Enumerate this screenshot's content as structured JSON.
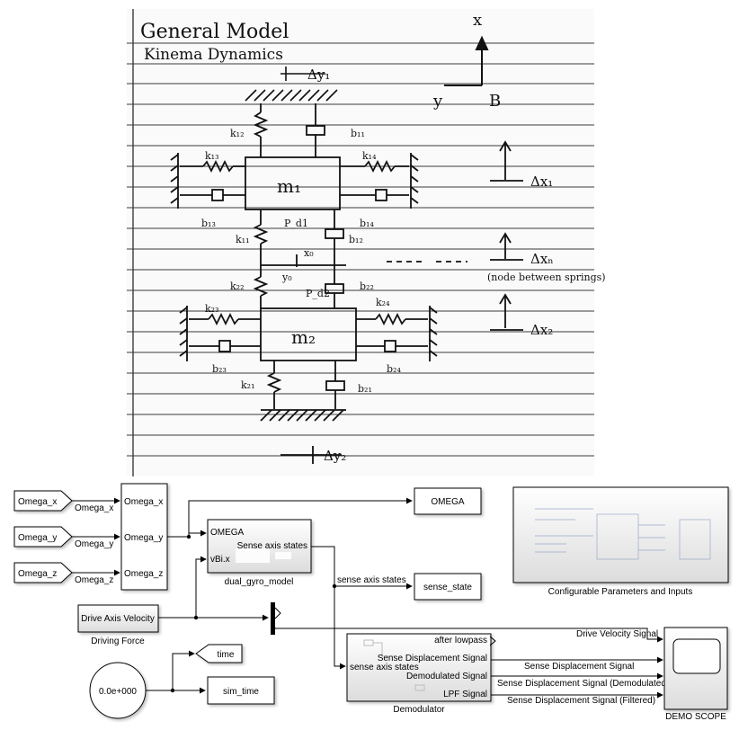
{
  "notebook": {
    "title": "General Model",
    "subtitle": "Kinema Dynamics",
    "axis_x": "x",
    "axis_y": "y",
    "frame": "B",
    "dy1": "Δy₁",
    "dy2": "Δy₂",
    "dx1": "Δx₁",
    "dxn": "Δxₙ",
    "dx2": "Δx₂",
    "node_note": "(node between springs)",
    "m1": "m₁",
    "m2": "m₂",
    "labels": {
      "k12": "k₁₂",
      "b11": "b₁₁",
      "k13": "k₁₃",
      "k14": "k₁₄",
      "b13": "b₁₃",
      "b14": "b₁₄",
      "k11": "k₁₁",
      "b12": "b₁₂",
      "pd1": "P_d1",
      "x0": "x₀",
      "y0": "y₀",
      "k22": "k₂₂",
      "pd2": "P_d2",
      "b22": "b₂₂",
      "k23": "k₂₃",
      "k24": "k₂₄",
      "b23": "b₂₃",
      "b24": "b₂₄",
      "k21": "k₂₁",
      "b21": "b₂₁"
    }
  },
  "blocks": {
    "from_omega_x": "Omega_x",
    "from_omega_y": "Omega_y",
    "from_omega_z": "Omega_z",
    "mux_port_x": "Omega_x",
    "mux_port_y": "Omega_y",
    "mux_port_z": "Omega_z",
    "goto_omega": "OMEGA",
    "gyro_in_omega": "OMEGA",
    "gyro_in_vbi": "vBi.x",
    "gyro_out": "Sense axis states",
    "gyro_name": "dual_gyro_model",
    "goto_sense_state": "sense_state",
    "drive_value": "Drive Axis Velocity",
    "drive_name": "Driving Force",
    "clock_value": "0.0e+000",
    "goto_time": "time",
    "goto_sim_time": "sim_time",
    "demod_in": "sense axis states",
    "demod_out_after": "after lowpass",
    "demod_out_sense": "Sense Displacement Signal",
    "demod_out_demod": "Demodulated Signal",
    "demod_out_lpf": "LPF Signal",
    "demod_name": "Demodulator",
    "scope_name": "DEMO SCOPE",
    "config_name": "Configurable Parameters and Inputs"
  },
  "signals": {
    "omega_x": "Omega_x",
    "omega_y": "Omega_y",
    "omega_z": "Omega_z",
    "sense": "sense axis states",
    "drive_velocity": "Drive Velocity Signal",
    "sense_disp": "Sense Displacement Signal",
    "sense_demod": "Sense Displacement Signal (Demodulated)",
    "sense_filtered": "Sense Displacement Signal (Filtered)"
  }
}
